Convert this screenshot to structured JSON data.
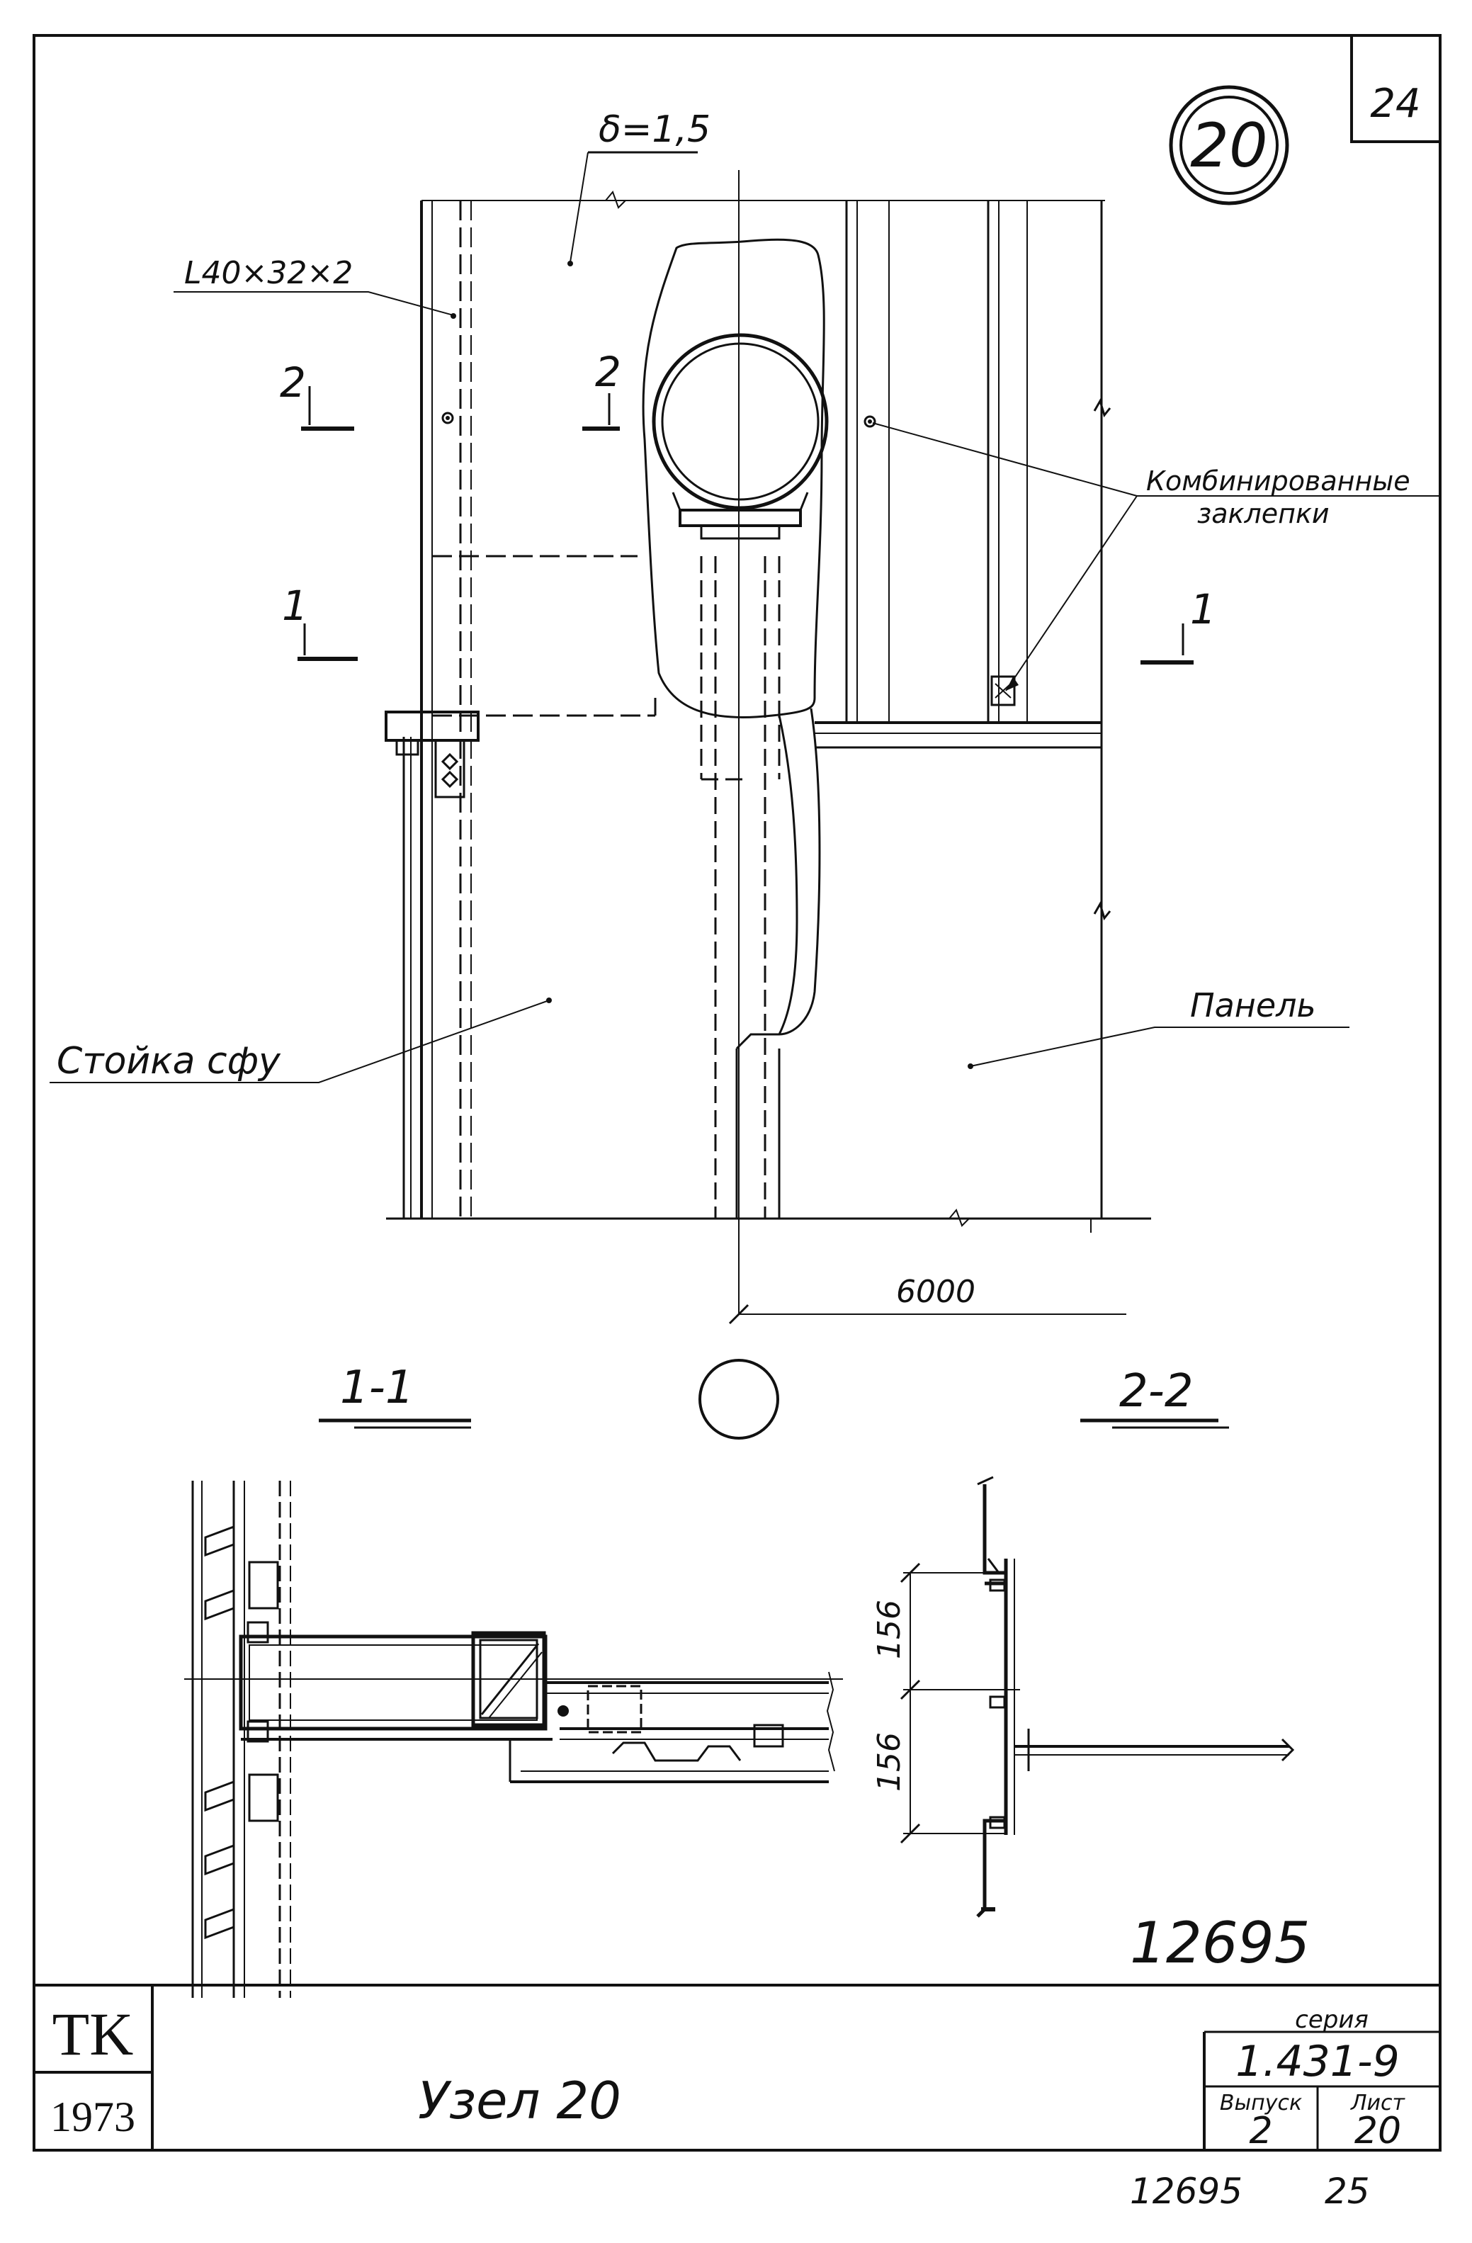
{
  "sheet": {
    "corner_number": "24",
    "node_circle": "20",
    "stamp_left_top": "TK",
    "stamp_left_year": "1973",
    "title": "Узел 20",
    "series_label": "серия",
    "series_value": "1.431-9",
    "issue_label": "Выпуск",
    "sheet_label": "Лист",
    "issue_value": "2",
    "sheet_value": "20",
    "archive_number": "12695",
    "bottom_archive": "12695",
    "bottom_page": "25"
  },
  "elevation": {
    "thickness": "δ=1,5",
    "angle_profile": "L40×32×2",
    "section_mark_1": "1",
    "section_mark_2": "2",
    "rivets_label_line1": "Комбинированные",
    "rivets_label_line2": "заклепки",
    "post_label": "Стойка сфу",
    "panel_label": "Панель",
    "span_dimension": "6000"
  },
  "sections": {
    "section_1_title": "1-1",
    "section_2_title": "2-2",
    "dim_upper": "156",
    "dim_lower": "156"
  }
}
